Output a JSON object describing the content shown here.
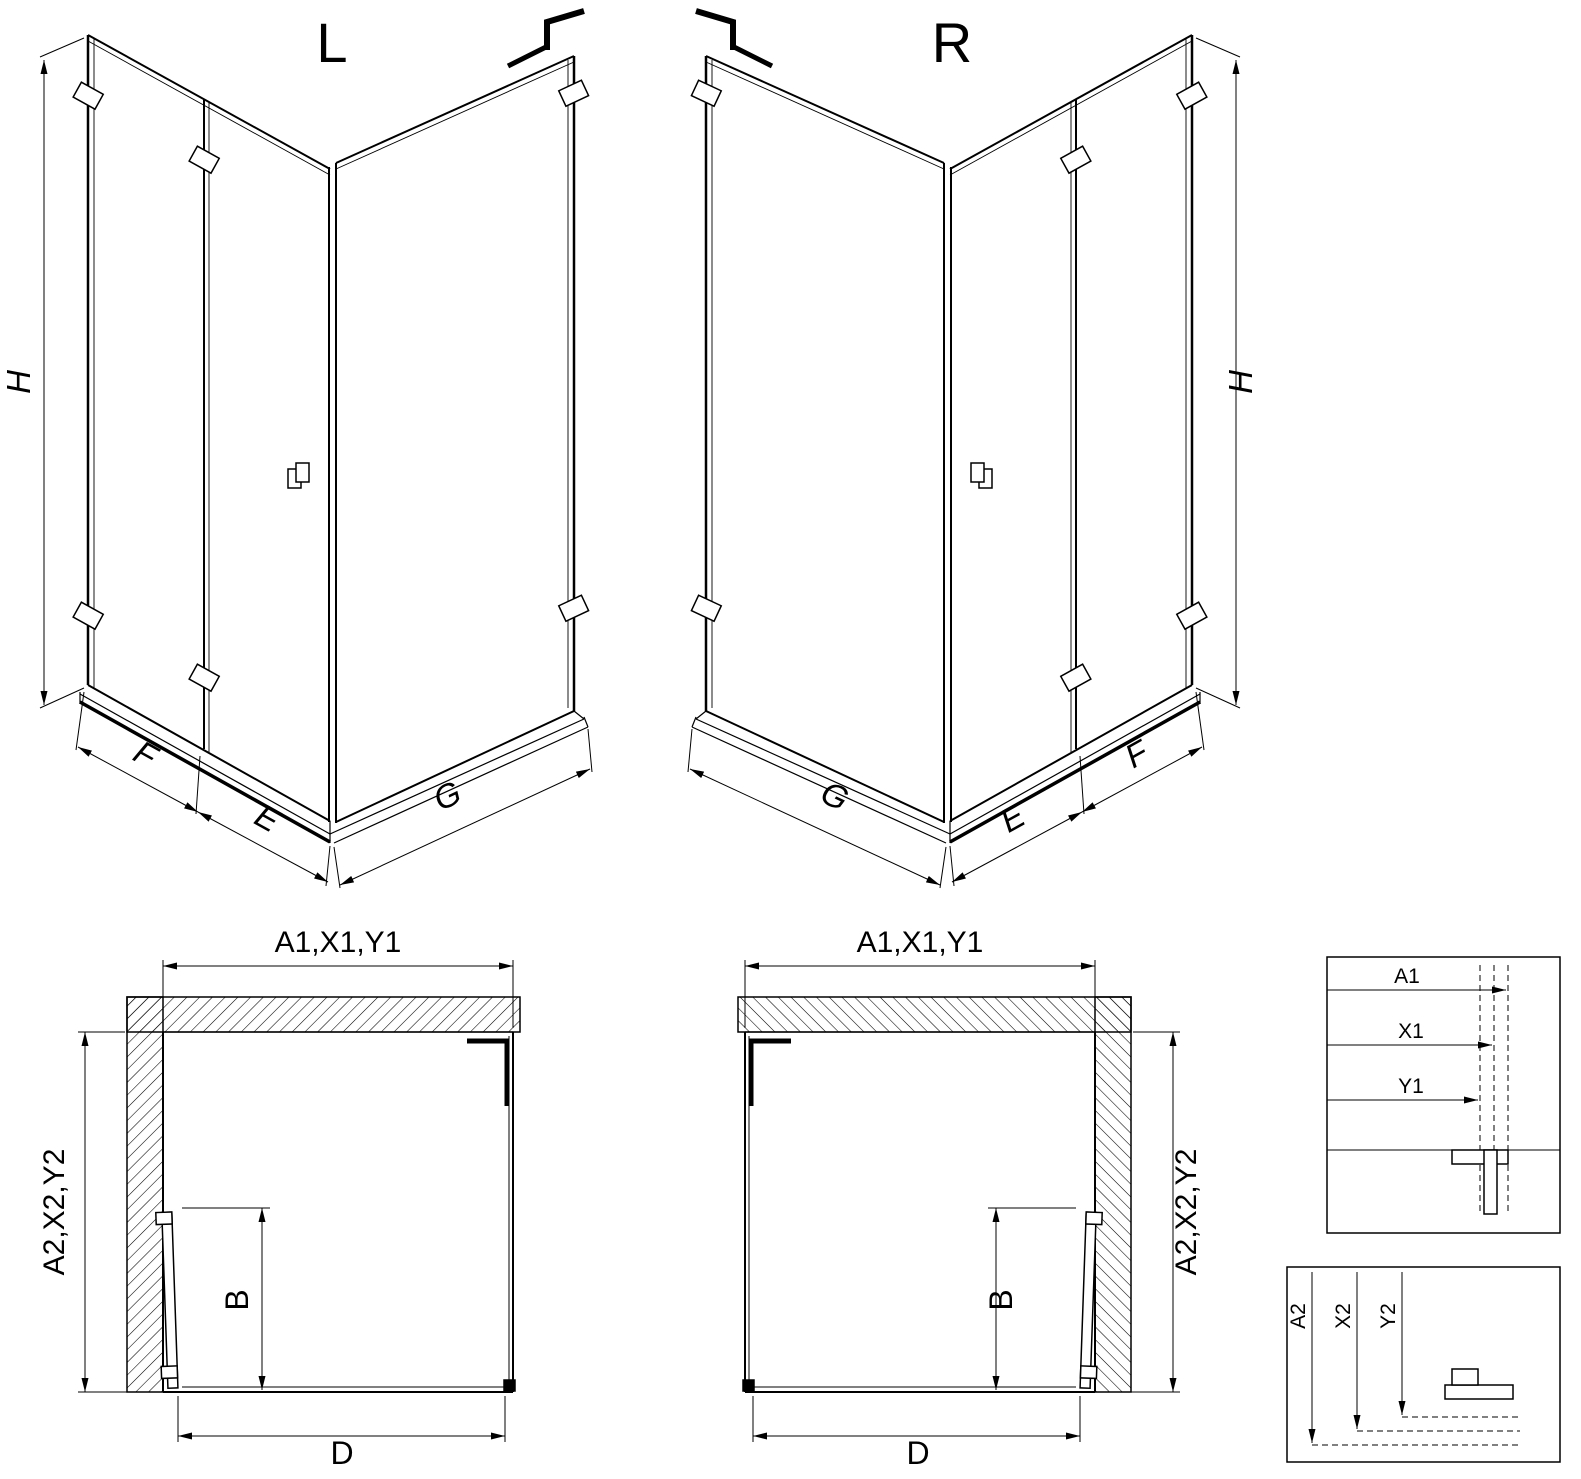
{
  "figure": {
    "iso_left": {
      "title": "L",
      "dim_height": "H",
      "dim_front": "F",
      "dim_inner": "E",
      "dim_side": "G"
    },
    "iso_right": {
      "title": "R",
      "dim_height": "H",
      "dim_front": "F",
      "dim_inner": "E",
      "dim_side": "G"
    },
    "plan_left": {
      "dim_top": "A1,X1,Y1",
      "dim_side": "A2,X2,Y2",
      "dim_door": "B",
      "dim_bottom": "D"
    },
    "plan_right": {
      "dim_top": "A1,X1,Y1",
      "dim_side": "A2,X2,Y2",
      "dim_door": "B",
      "dim_bottom": "D"
    },
    "detail_width": {
      "labels": [
        "A1",
        "X1",
        "Y1"
      ]
    },
    "detail_depth": {
      "labels": [
        "A2",
        "X2",
        "Y2"
      ]
    },
    "line_color": "#000000"
  }
}
